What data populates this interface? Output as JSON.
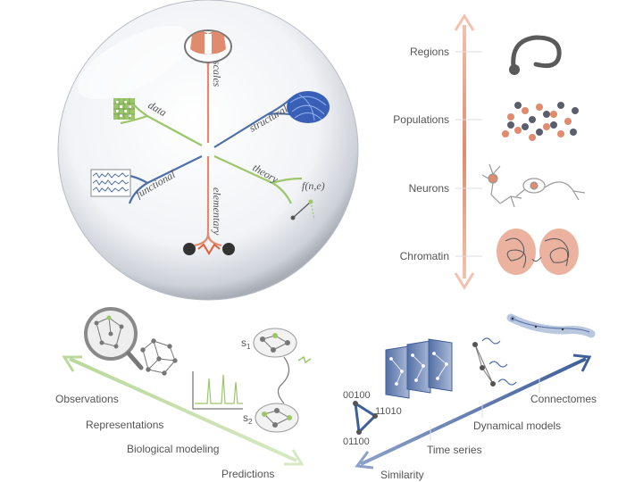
{
  "sphere": {
    "axes": {
      "scales": "scales",
      "structural": "structural",
      "theory": "theory",
      "elementary": "elementary",
      "functional": "functional",
      "data": "data"
    },
    "theory_formula": "f(n,e)"
  },
  "scale_axis": {
    "levels": [
      "Regions",
      "Populations",
      "Neurons",
      "Chromatin"
    ]
  },
  "pipeline_axis": {
    "steps": [
      "Observations",
      "Representations",
      "Biological modeling",
      "Predictions"
    ],
    "state_1": "s",
    "state_1_sub": "1",
    "state_2": "s",
    "state_2_sub": "2"
  },
  "method_axis": {
    "steps": [
      "Similarity",
      "Time series",
      "Dynamical models",
      "Connectomes"
    ],
    "codes": [
      "00100",
      "11010",
      "01100"
    ]
  },
  "colors": {
    "orange": "#e08a6e",
    "green": "#9cc66a",
    "blue": "#4f6fa8",
    "label": "#555555"
  }
}
